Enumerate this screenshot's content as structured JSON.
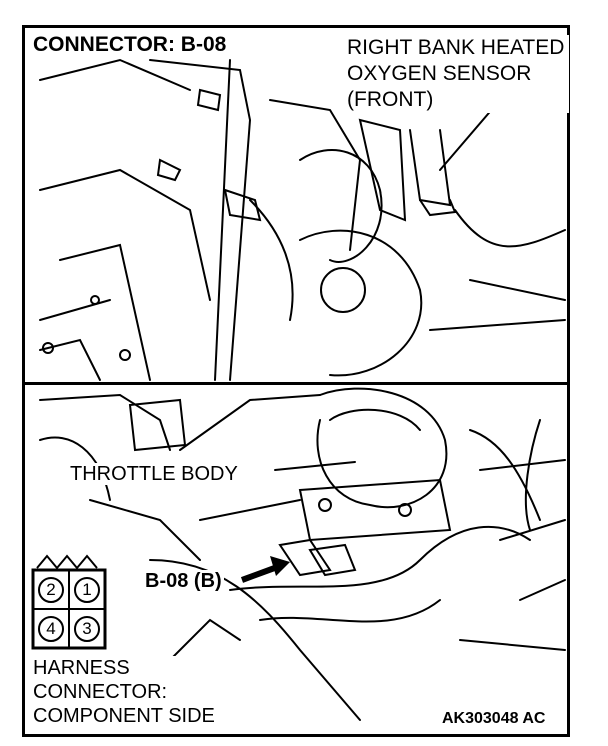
{
  "connector_title": "CONNECTOR: B-08",
  "sensor_label": "RIGHT BANK HEATED OXYGEN SENSOR (FRONT)",
  "throttle_label": "THROTTLE BODY",
  "connector_callout": "B-08 (B)",
  "harness_label": "HARNESS\nCONNECTOR:\nCOMPONENT SIDE",
  "figure_code": "AK303048 AC",
  "pins": [
    "2",
    "1",
    "4",
    "3"
  ]
}
